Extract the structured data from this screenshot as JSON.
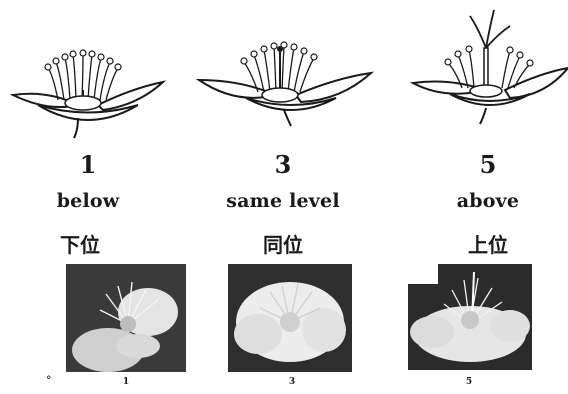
{
  "title": "",
  "columns": [
    {
      "number": "1",
      "label": "below",
      "label_cn": "下位",
      "caption": "1"
    },
    {
      "number": "3",
      "label": "same level",
      "label_cn": "同位",
      "caption": "3"
    },
    {
      "number": "5",
      "label": "above",
      "label_cn": "上位",
      "caption": "5"
    }
  ],
  "footnote_mark": "°",
  "colors": {
    "ink": "#1a1a1a",
    "petal_fill": "#ffffff",
    "photo_bg": "#2b2b2b",
    "photo_petal": "#e9e9e9"
  }
}
